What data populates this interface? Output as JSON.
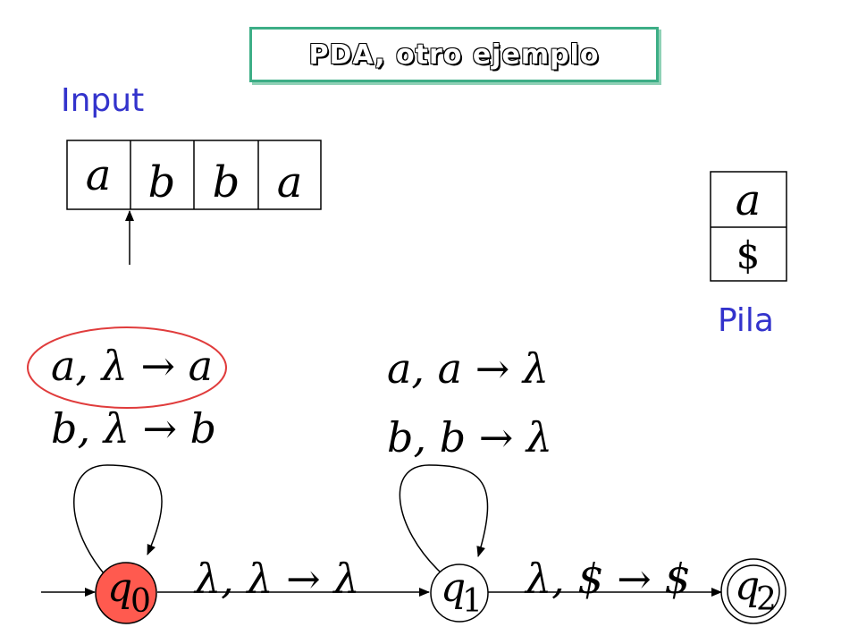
{
  "title": "PDA, otro ejemplo",
  "input_label": "Input",
  "stack_label": "Pila",
  "input_tape": [
    "a",
    "b",
    "b",
    "a"
  ],
  "stack": [
    "a",
    "$"
  ],
  "states": [
    {
      "name": "q",
      "sub": "0",
      "initial": true,
      "final": false,
      "current": true
    },
    {
      "name": "q",
      "sub": "1",
      "initial": false,
      "final": false,
      "current": false
    },
    {
      "name": "q",
      "sub": "2",
      "initial": false,
      "final": true,
      "current": false
    }
  ],
  "transitions": {
    "q0_loop": [
      "a, λ → a",
      "b, λ → b"
    ],
    "q1_loop": [
      "a, a → λ",
      "b, b → λ"
    ],
    "q0_q1": "λ, λ → λ",
    "q1_q2": "λ, $ → $"
  },
  "colors": {
    "title_border": "#3dae86",
    "label_blue": "#3333cc",
    "current_state": "#ff5a4f",
    "highlight": "#e03c3c"
  }
}
